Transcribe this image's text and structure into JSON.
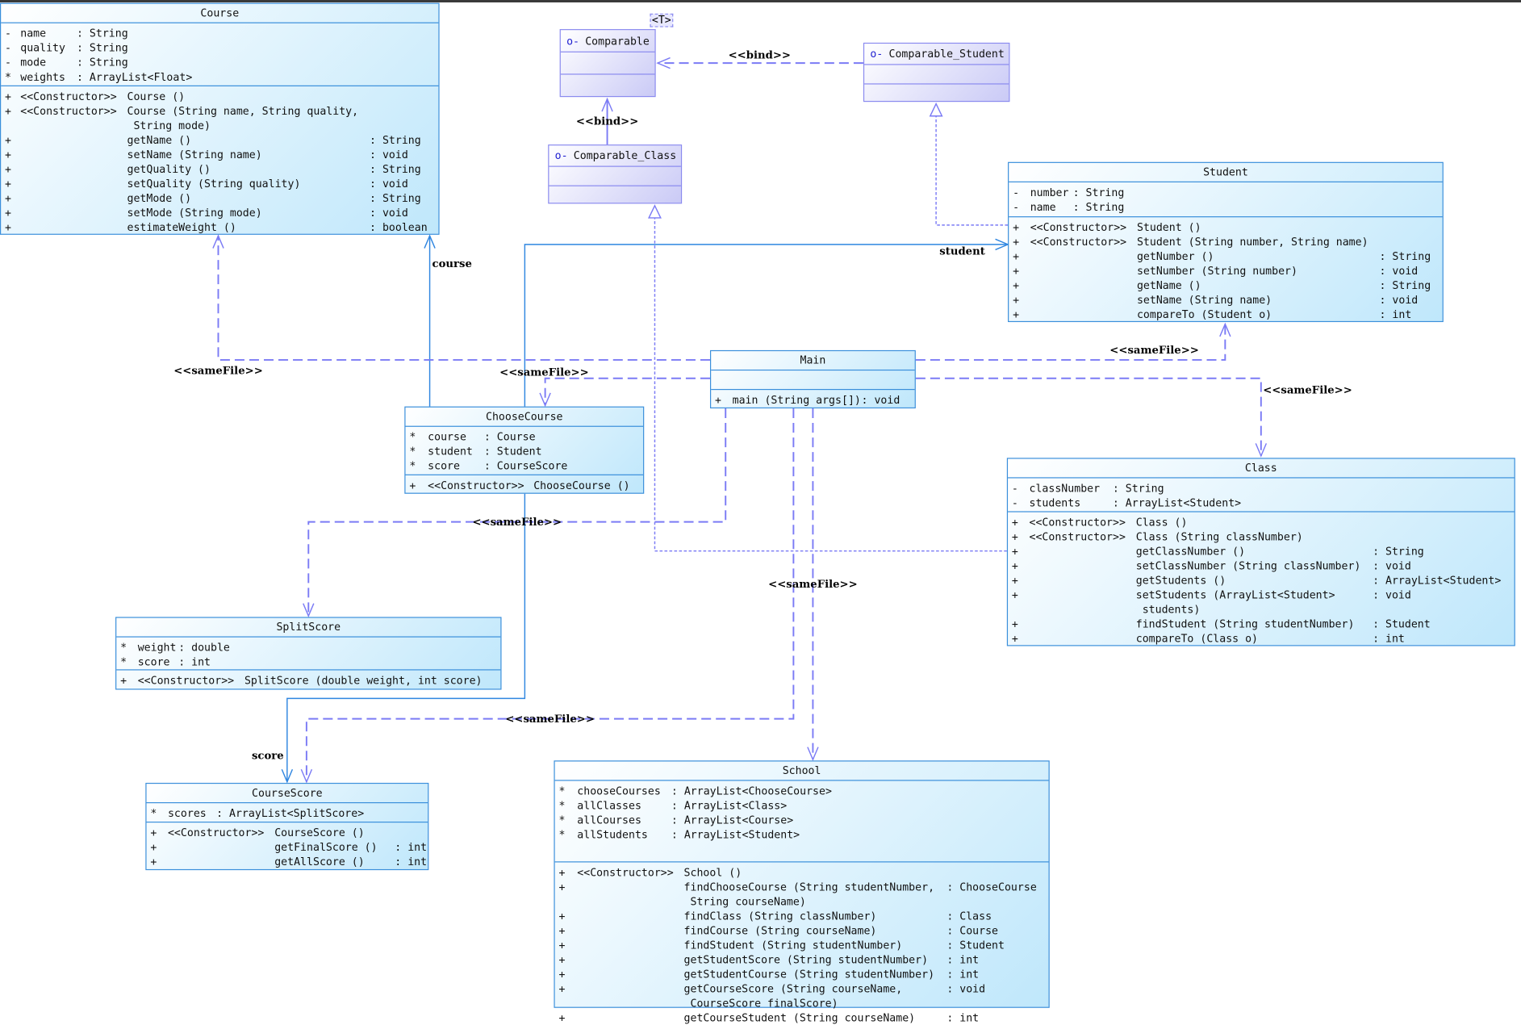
{
  "colors": {
    "class_border": "#3a8fdb",
    "class_fill": "#bfe7fb",
    "interface_border": "#8a8aef",
    "interface_fill": "#cacaf6",
    "association": "#2f86e0",
    "dependency": "#7b7bf5"
  },
  "classes": {
    "course": {
      "title": "Course",
      "attrs": [
        [
          "-",
          "name",
          ": String"
        ],
        [
          "-",
          "quality",
          ": String"
        ],
        [
          "-",
          "mode",
          ": String"
        ],
        [
          "*",
          "weights",
          ": ArrayList<Float>"
        ]
      ],
      "methods": [
        [
          "+",
          "<<Constructor>>",
          "Course ()",
          ""
        ],
        [
          "+",
          "<<Constructor>>",
          "Course (String name, String quality,",
          ""
        ],
        [
          "",
          "",
          " String mode)",
          ""
        ],
        [
          "+",
          "",
          "getName ()",
          ": String"
        ],
        [
          "+",
          "",
          "setName (String name)",
          ": void"
        ],
        [
          "+",
          "",
          "getQuality ()",
          ": String"
        ],
        [
          "+",
          "",
          "setQuality (String quality)",
          ": void"
        ],
        [
          "+",
          "",
          "getMode ()",
          ": String"
        ],
        [
          "+",
          "",
          "setMode (String mode)",
          ": void"
        ],
        [
          "+",
          "",
          "estimateWeight ()",
          ": boolean"
        ]
      ]
    },
    "comparable": {
      "title": "Comparable",
      "type_param": "<T>",
      "icon": "interface-lollipop-icon",
      "attrs": [],
      "methods": []
    },
    "comparable_student": {
      "title": "Comparable_Student",
      "icon": "interface-lollipop-icon",
      "attrs": [],
      "methods": []
    },
    "comparable_class": {
      "title": "Comparable_Class",
      "icon": "interface-lollipop-icon",
      "attrs": [],
      "methods": []
    },
    "student": {
      "title": "Student",
      "attrs": [
        [
          "-",
          "number",
          ": String"
        ],
        [
          "-",
          "name",
          ": String"
        ]
      ],
      "methods": [
        [
          "+",
          "<<Constructor>>",
          "Student ()",
          ""
        ],
        [
          "+",
          "<<Constructor>>",
          "Student (String number, String name)",
          ""
        ],
        [
          "+",
          "",
          "getNumber ()",
          ": String"
        ],
        [
          "+",
          "",
          "setNumber (String number)",
          ": void"
        ],
        [
          "+",
          "",
          "getName ()",
          ": String"
        ],
        [
          "+",
          "",
          "setName (String name)",
          ": void"
        ],
        [
          "+",
          "",
          "compareTo (Student o)",
          ": int"
        ]
      ]
    },
    "main": {
      "title": "Main",
      "attrs": [],
      "methods": [
        [
          "+",
          "",
          "main (String args[])",
          ": void"
        ]
      ]
    },
    "choose_course": {
      "title": "ChooseCourse",
      "attrs": [
        [
          "*",
          "course",
          ": Course"
        ],
        [
          "*",
          "student",
          ": Student"
        ],
        [
          "*",
          "score",
          ": CourseScore"
        ]
      ],
      "methods": [
        [
          "+",
          "<<Constructor>>",
          "ChooseCourse ()",
          ""
        ]
      ]
    },
    "class": {
      "title": "Class",
      "attrs": [
        [
          "-",
          "classNumber",
          ": String"
        ],
        [
          "-",
          "students",
          ": ArrayList<Student>"
        ]
      ],
      "methods": [
        [
          "+",
          "<<Constructor>>",
          "Class ()",
          ""
        ],
        [
          "+",
          "<<Constructor>>",
          "Class (String classNumber)",
          ""
        ],
        [
          "+",
          "",
          "getClassNumber ()",
          ": String"
        ],
        [
          "+",
          "",
          "setClassNumber (String classNumber)",
          ": void"
        ],
        [
          "+",
          "",
          "getStudents ()",
          ": ArrayList<Student>"
        ],
        [
          "+",
          "",
          "setStudents (ArrayList<Student>",
          ": void"
        ],
        [
          "",
          "",
          " students)",
          ""
        ],
        [
          "+",
          "",
          "findStudent (String studentNumber)",
          ": Student"
        ],
        [
          "+",
          "",
          "compareTo (Class o)",
          ": int"
        ]
      ]
    },
    "split_score": {
      "title": "SplitScore",
      "attrs": [
        [
          "*",
          "weight",
          ": double"
        ],
        [
          "*",
          "score",
          ": int"
        ]
      ],
      "methods": [
        [
          "+",
          "<<Constructor>>",
          "SplitScore (double weight, int score)",
          ""
        ]
      ]
    },
    "course_score": {
      "title": "CourseScore",
      "attrs": [
        [
          "*",
          "scores",
          ": ArrayList<SplitScore>"
        ]
      ],
      "methods": [
        [
          "+",
          "<<Constructor>>",
          "CourseScore ()",
          ""
        ],
        [
          "+",
          "",
          "getFinalScore ()",
          ": int"
        ],
        [
          "+",
          "",
          "getAllScore ()",
          ": int"
        ]
      ]
    },
    "school": {
      "title": "School",
      "attrs": [
        [
          "*",
          "chooseCourses",
          ": ArrayList<ChooseCourse>"
        ],
        [
          "*",
          "allClasses",
          ": ArrayList<Class>"
        ],
        [
          "*",
          "allCourses",
          ": ArrayList<Course>"
        ],
        [
          "*",
          "allStudents",
          ": ArrayList<Student>"
        ]
      ],
      "methods": [
        [
          "+",
          "<<Constructor>>",
          "School ()",
          ""
        ],
        [
          "+",
          "",
          "findChooseCourse (String studentNumber,",
          ": ChooseCourse"
        ],
        [
          "",
          "",
          " String courseName)",
          ""
        ],
        [
          "+",
          "",
          "findClass (String classNumber)",
          ": Class"
        ],
        [
          "+",
          "",
          "findCourse (String courseName)",
          ": Course"
        ],
        [
          "+",
          "",
          "findStudent (String studentNumber)",
          ": Student"
        ],
        [
          "+",
          "",
          "getStudentScore (String studentNumber)",
          ": int"
        ],
        [
          "+",
          "",
          "getStudentCourse (String studentNumber)",
          ": int"
        ],
        [
          "+",
          "",
          "getCourseScore (String courseName,",
          ": void"
        ],
        [
          "",
          "",
          " CourseScore finalScore)",
          ""
        ],
        [
          "+",
          "",
          "getCourseStudent (String courseName)",
          ": int"
        ]
      ]
    }
  },
  "relations": [
    {
      "id": "bind-student",
      "kind": "bind",
      "label": "<<bind>>"
    },
    {
      "id": "bind-class",
      "kind": "bind",
      "label": "<<bind>>"
    },
    {
      "id": "realize-student",
      "kind": "realization",
      "label": ""
    },
    {
      "id": "realize-class",
      "kind": "realization",
      "label": ""
    },
    {
      "id": "assoc-course",
      "kind": "association",
      "label": "course"
    },
    {
      "id": "assoc-student",
      "kind": "association",
      "label": "student"
    },
    {
      "id": "assoc-score",
      "kind": "association",
      "label": "score"
    },
    {
      "id": "dep-course",
      "kind": "dependency",
      "label": "<<sameFile>>"
    },
    {
      "id": "dep-choose",
      "kind": "dependency",
      "label": "<<sameFile>>"
    },
    {
      "id": "dep-student",
      "kind": "dependency",
      "label": "<<sameFile>>"
    },
    {
      "id": "dep-class",
      "kind": "dependency",
      "label": "<<sameFile>>"
    },
    {
      "id": "dep-split",
      "kind": "dependency",
      "label": "<<sameFile>>"
    },
    {
      "id": "dep-cscore",
      "kind": "dependency",
      "label": "<<sameFile>>"
    },
    {
      "id": "dep-school",
      "kind": "dependency",
      "label": "<<sameFile>>"
    }
  ]
}
